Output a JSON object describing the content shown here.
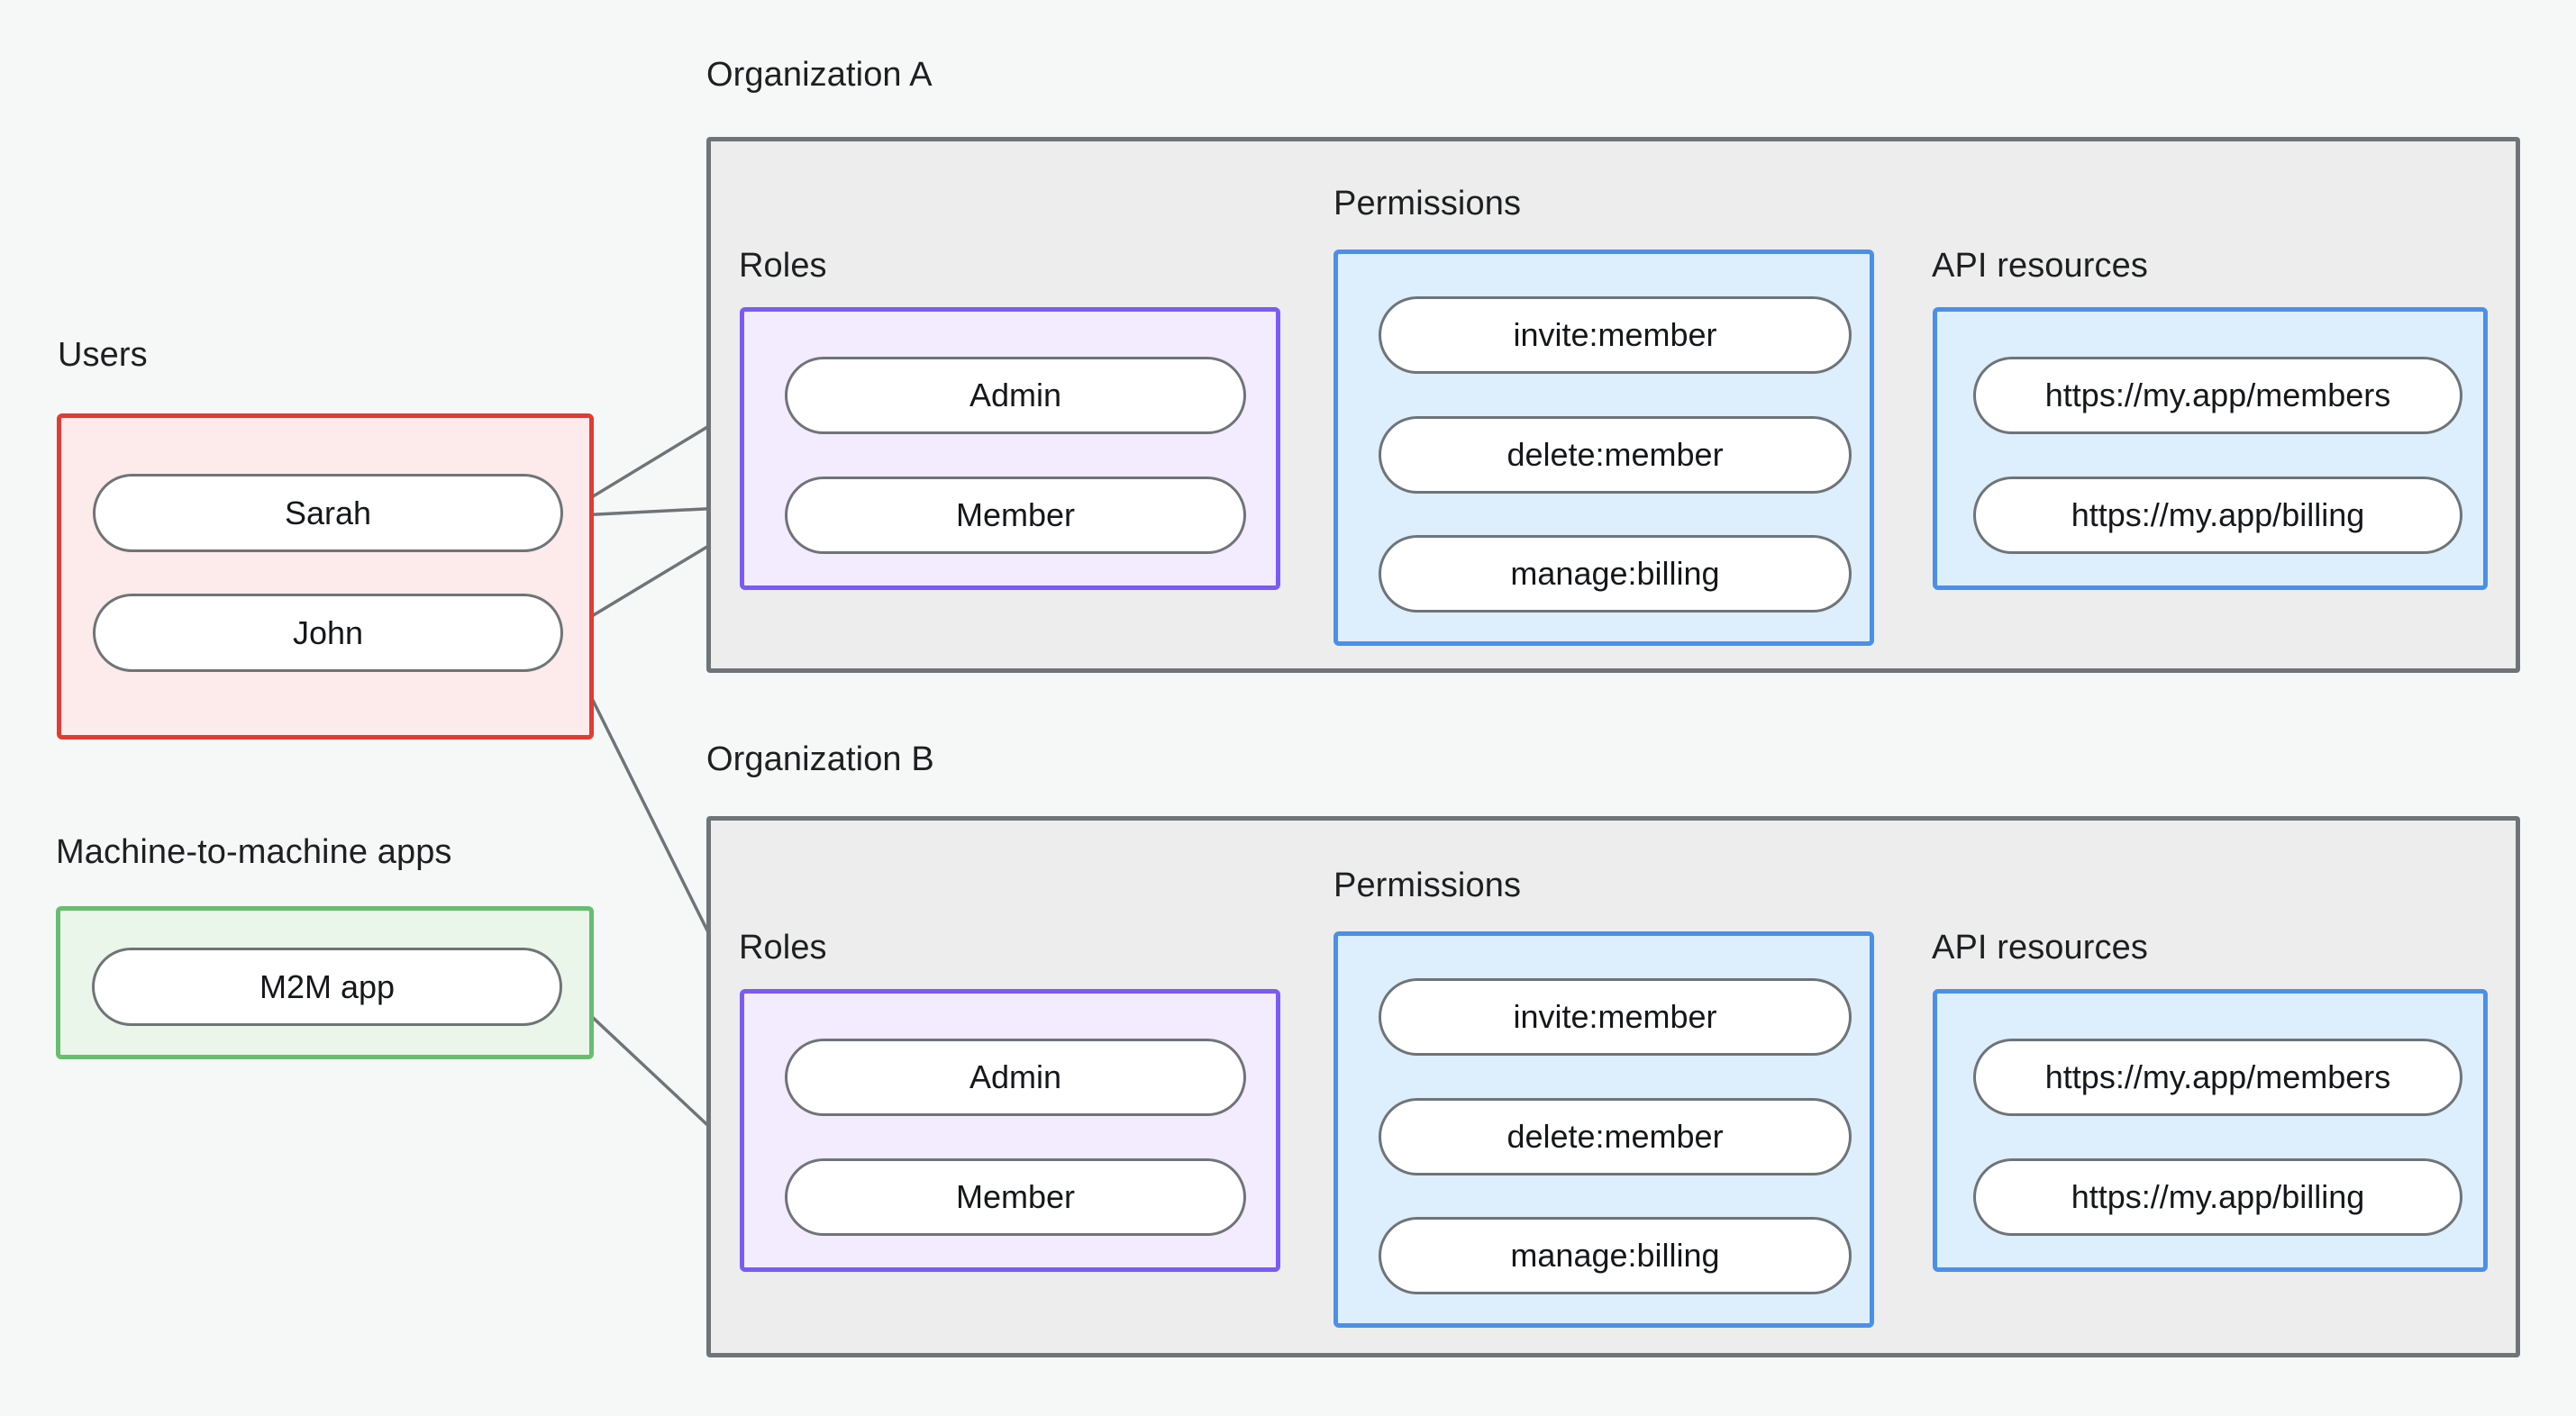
{
  "diagram": {
    "title_hidden": "",
    "groups": {
      "users_label": "Users",
      "m2m_label": "Machine-to-machine apps",
      "org_a_label": "Organization A",
      "org_b_label": "Organization B",
      "roles_label": "Roles",
      "permissions_label": "Permissions",
      "api_resources_label": "API resources"
    },
    "users": [
      {
        "id": "sarah",
        "label": "Sarah"
      },
      {
        "id": "john",
        "label": "John"
      }
    ],
    "m2m_apps": [
      {
        "id": "m2m",
        "label": "M2M app"
      }
    ],
    "org_a": {
      "label": "Organization A",
      "roles_label": "Roles",
      "permissions_label": "Permissions",
      "api_resources_label": "API resources",
      "roles": [
        {
          "id": "a-admin",
          "label": "Admin"
        },
        {
          "id": "a-member",
          "label": "Member"
        }
      ],
      "permissions": [
        {
          "id": "a-invite",
          "label": "invite:member"
        },
        {
          "id": "a-delete",
          "label": "delete:member"
        },
        {
          "id": "a-billing",
          "label": "manage:billing"
        }
      ],
      "api_resources": [
        {
          "id": "a-res-members",
          "label": "https://my.app/members"
        },
        {
          "id": "a-res-billing",
          "label": "https://my.app/billing"
        }
      ]
    },
    "org_b": {
      "label": "Organization B",
      "roles_label": "Roles",
      "permissions_label": "Permissions",
      "api_resources_label": "API resources",
      "roles": [
        {
          "id": "b-admin",
          "label": "Admin"
        },
        {
          "id": "b-member",
          "label": "Member"
        }
      ],
      "permissions": [
        {
          "id": "b-invite",
          "label": "invite:member"
        },
        {
          "id": "b-delete",
          "label": "delete:member"
        },
        {
          "id": "b-billing",
          "label": "manage:billing"
        }
      ],
      "api_resources": [
        {
          "id": "b-res-members",
          "label": "https://my.app/members"
        },
        {
          "id": "b-res-billing",
          "label": "https://my.app/billing"
        }
      ]
    },
    "connections": [
      {
        "from": "sarah",
        "to": "a-admin"
      },
      {
        "from": "sarah",
        "to": "a-member"
      },
      {
        "from": "john",
        "to": "a-member"
      },
      {
        "from": "john",
        "to": "b-admin"
      },
      {
        "from": "m2m",
        "to": "b-member"
      },
      {
        "from": "a-admin",
        "to": "a-invite"
      },
      {
        "from": "a-admin",
        "to": "a-delete"
      },
      {
        "from": "a-member",
        "to": "a-billing"
      },
      {
        "from": "a-invite",
        "to": "a-res-members"
      },
      {
        "from": "a-delete",
        "to": "a-res-members"
      },
      {
        "from": "a-billing",
        "to": "a-res-billing"
      },
      {
        "from": "b-admin",
        "to": "b-invite"
      },
      {
        "from": "b-admin",
        "to": "b-delete"
      },
      {
        "from": "b-member",
        "to": "b-billing"
      },
      {
        "from": "b-invite",
        "to": "b-res-members"
      },
      {
        "from": "b-delete",
        "to": "b-res-members"
      },
      {
        "from": "b-billing",
        "to": "b-res-billing"
      }
    ],
    "colors": {
      "canvas_background": "#f6f8f8",
      "users_border": "#e23b33",
      "users_fill": "#fdeaea",
      "m2m_border": "#67bd70",
      "m2m_fill": "#e9f6e9",
      "roles_border": "#7b5bf6",
      "roles_fill": "#f3ebfe",
      "permissions_border": "#4a90e8",
      "permissions_fill": "#ddeefd",
      "api_resources_border": "#4a90e8",
      "api_resources_fill": "#ddeefd",
      "org_border": "#6e7477",
      "org_fill": "#ededed",
      "node_border": "#6e7477",
      "node_fill": "#ffffff",
      "edge_stroke": "#6e7477",
      "text": "#15171a"
    }
  }
}
